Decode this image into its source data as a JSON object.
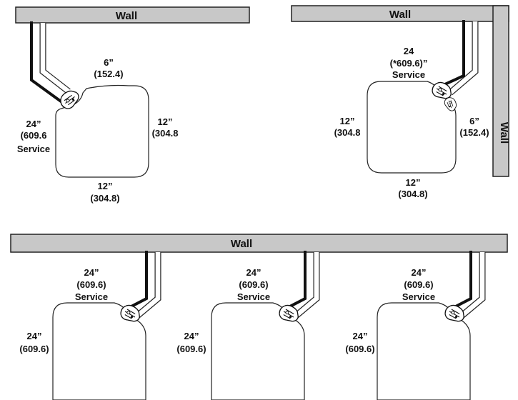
{
  "walls": {
    "top_left": "Wall",
    "top_right": "Wall",
    "right_side": "Wall",
    "bottom": "Wall"
  },
  "diagram_top_left": {
    "top_dim": "6”",
    "top_mm": "(152.4)",
    "left_dim": "24”",
    "left_mm": "(609.6",
    "left_service": "Service",
    "right_dim": "12”",
    "right_mm": "(304.8",
    "bottom_dim": "12”",
    "bottom_mm": "(304.8)"
  },
  "diagram_top_right": {
    "top_dim": "24",
    "top_mm": "(*609.6)”",
    "top_service": "Service",
    "left_dim": "12”",
    "left_mm": "(304.8",
    "right_dim": "6”",
    "right_mm": "(152.4)",
    "bottom_dim": "12”",
    "bottom_mm": "(304.8)"
  },
  "diagrams_bottom": [
    {
      "top_dim": "24”",
      "top_mm": "(609.6)",
      "top_service": "Service",
      "left_dim": "24”",
      "left_mm": "(609.6)"
    },
    {
      "top_dim": "24”",
      "top_mm": "(609.6)",
      "top_service": "Service",
      "left_dim": "24”",
      "left_mm": "(609.6)"
    },
    {
      "top_dim": "24”",
      "top_mm": "(609.6)",
      "top_service": "Service",
      "left_dim": "24”",
      "left_mm": "(609.6)"
    }
  ]
}
